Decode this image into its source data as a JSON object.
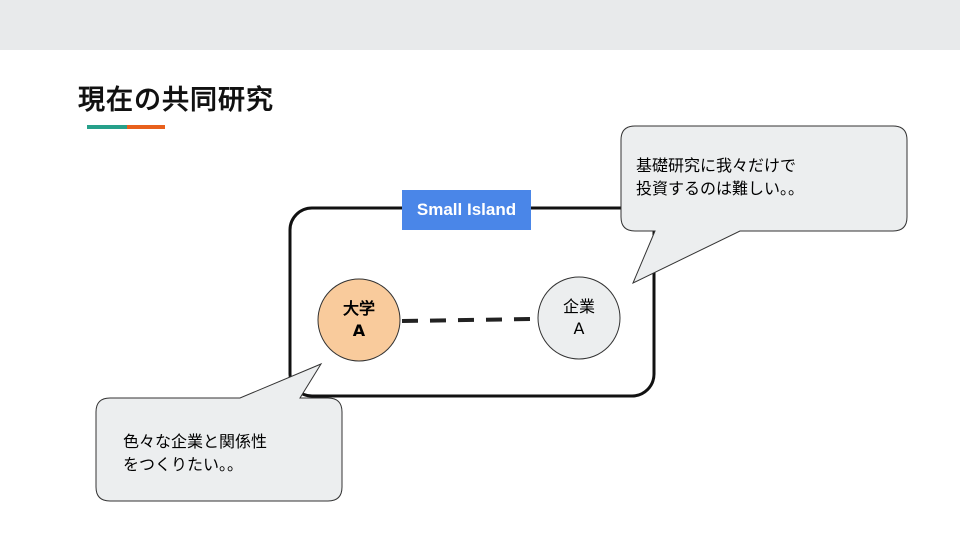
{
  "slide": {
    "title": "現在の共同研究",
    "island_label": "Small Island",
    "university": {
      "line1": "大学",
      "line2": "A"
    },
    "company": {
      "line1": "企業",
      "line2": "A"
    },
    "callout_company": {
      "line1": "基礎研究に我々だけで",
      "line2": "投資するのは難しい。。"
    },
    "callout_university": {
      "line1": "色々な企業と関係性",
      "line2": "をつくりたい。。"
    }
  },
  "colors": {
    "accent_teal": "#26a08a",
    "accent_orange": "#e8601c",
    "label_blue": "#4a86e8",
    "university_fill": "#f9cb9c",
    "company_fill": "#eceeef"
  }
}
